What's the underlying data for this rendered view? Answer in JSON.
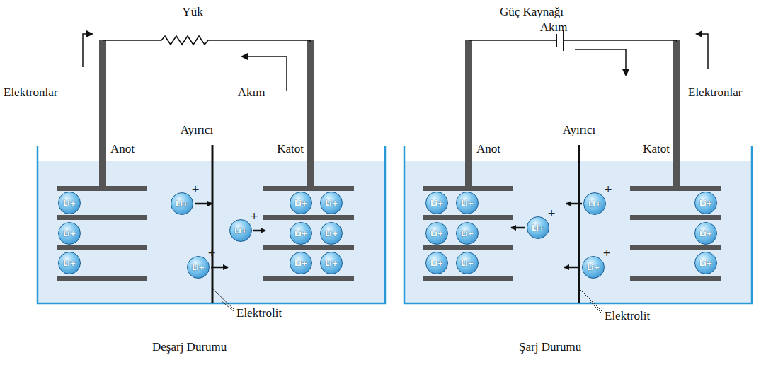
{
  "diagram": {
    "nodes": [
      {
        "text": [
          "Li+"
        ]
      },
      {
        "text": [
          "Li+"
        ]
      },
      {
        "text": [
          "Li+"
        ]
      },
      {
        "text": [
          "Li+",
          "+"
        ]
      },
      {
        "text": [
          "Li+",
          "+"
        ]
      },
      {
        "text": [
          "Li+",
          "+"
        ]
      },
      {
        "text": [
          "Li+"
        ]
      },
      {
        "text": [
          "Li+"
        ]
      },
      {
        "text": [
          "Li+"
        ]
      },
      {
        "text": [
          "Li+"
        ]
      },
      {
        "text": [
          "Li+"
        ]
      },
      {
        "text": [
          "Li+"
        ]
      },
      {
        "text": [
          "Li+"
        ]
      },
      {
        "text": [
          "Li+"
        ]
      },
      {
        "text": [
          "Li+"
        ]
      },
      {
        "text": [
          "Li+"
        ]
      },
      {
        "text": [
          "Li+"
        ]
      },
      {
        "text": [
          "Li+"
        ]
      },
      {
        "text": [
          "Li+",
          "+"
        ]
      },
      {
        "text": [
          "Li+",
          "+"
        ]
      },
      {
        "text": [
          "Li+",
          "+"
        ]
      },
      {
        "text": [
          "Li+"
        ]
      },
      {
        "text": [
          "Li+"
        ]
      },
      {
        "text": [
          "Li+"
        ]
      }
    ],
    "edges": [],
    "labels": [
      "Yük",
      "Elektronlar",
      "Akım",
      "Anot",
      "Ayırıcı",
      "Katot",
      "Elektrolit",
      "Deşarj Durumu",
      "Güç Kaynağı",
      "Akım",
      "Elektronlar",
      "Anot",
      "Ayırıcı",
      "Katot",
      "Elektrolit",
      "Şarj Durumu"
    ]
  }
}
